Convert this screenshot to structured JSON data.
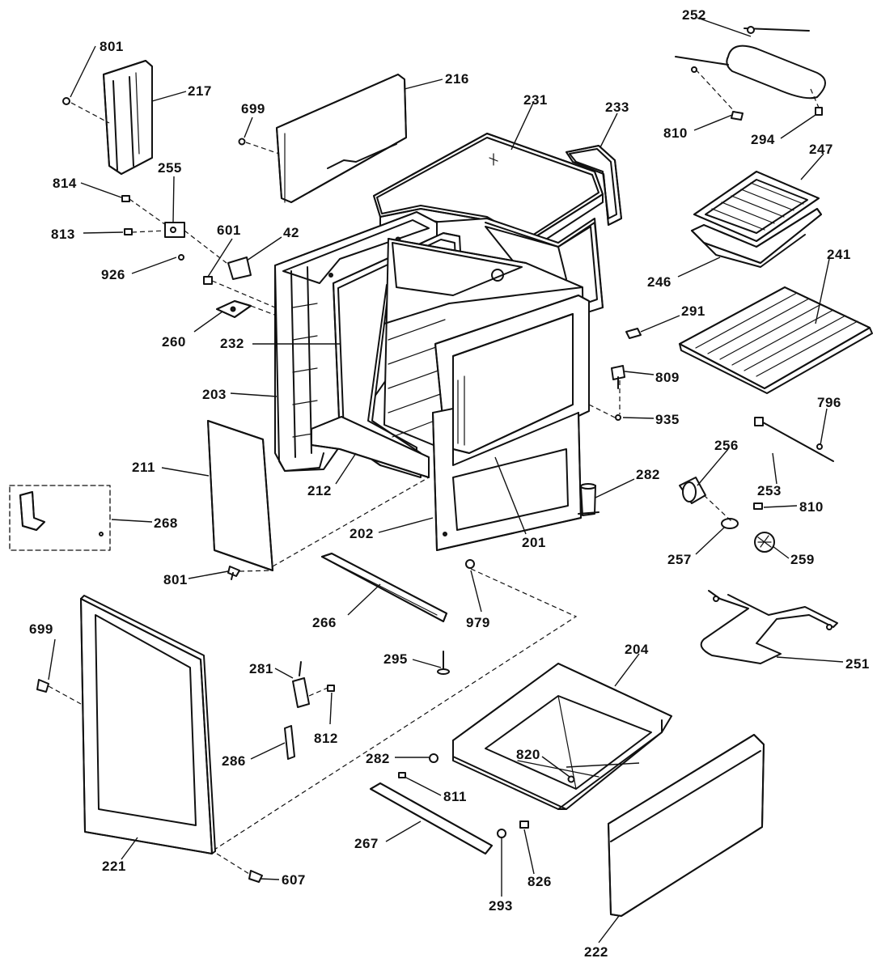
{
  "parts": {
    "p801a": "801",
    "p217": "217",
    "p216": "216",
    "p699a": "699",
    "p231": "231",
    "p233": "233",
    "p252": "252",
    "p810a": "810",
    "p294": "294",
    "p247": "247",
    "p814": "814",
    "p255": "255",
    "p813": "813",
    "p601": "601",
    "p42": "42",
    "p926": "926",
    "p246": "246",
    "p241": "241",
    "p260": "260",
    "p291": "291",
    "p232": "232",
    "p809": "809",
    "p203": "203",
    "p935": "935",
    "p796": "796",
    "p211": "211",
    "p256": "256",
    "p212": "212",
    "p282a": "282",
    "p253": "253",
    "p810b": "810",
    "p268": "268",
    "p202": "202",
    "p201": "201",
    "p257": "257",
    "p259": "259",
    "p801b": "801",
    "p266": "266",
    "p979": "979",
    "p699b": "699",
    "p204": "204",
    "p281": "281",
    "p295": "295",
    "p251": "251",
    "p812": "812",
    "p286": "286",
    "p282b": "282",
    "p820": "820",
    "p811": "811",
    "p267": "267",
    "p221": "221",
    "p826": "826",
    "p607": "607",
    "p293": "293",
    "p222": "222"
  },
  "colors": {
    "ink": "#111111",
    "paper": "#ffffff"
  }
}
